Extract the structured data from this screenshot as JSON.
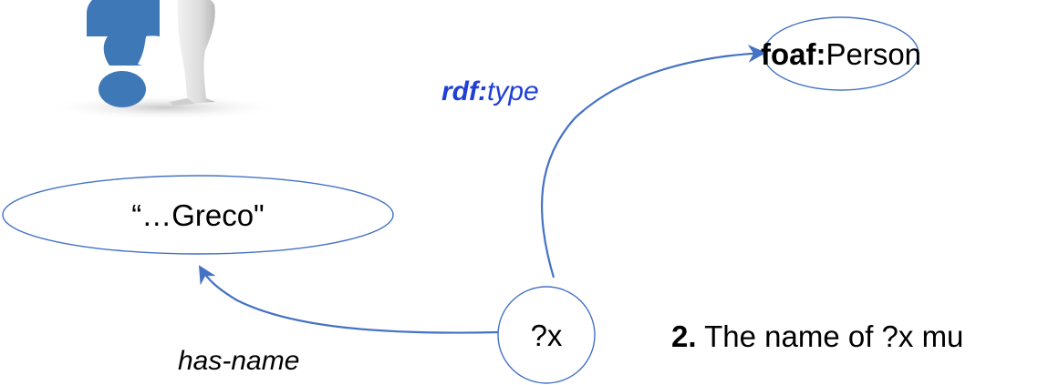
{
  "nodes": {
    "person_class": {
      "prefix": "foaf",
      "colon": ":",
      "name": "Person"
    },
    "literal": {
      "text": "“…Greco\""
    },
    "variable": {
      "text": "?x"
    }
  },
  "edges": {
    "type_edge": {
      "prefix": "rdf:",
      "name": "type"
    },
    "name_edge": {
      "label": "has-name"
    }
  },
  "note": {
    "number": "2.",
    "text": " The name of ?x mu"
  },
  "icon": {
    "name": "question-mark-person-icon"
  },
  "colors": {
    "edge": "#4472c4",
    "node_stroke": "#4472c4",
    "prefix_blue": "#1f3fd6",
    "icon_blue": "#3e78b6"
  }
}
